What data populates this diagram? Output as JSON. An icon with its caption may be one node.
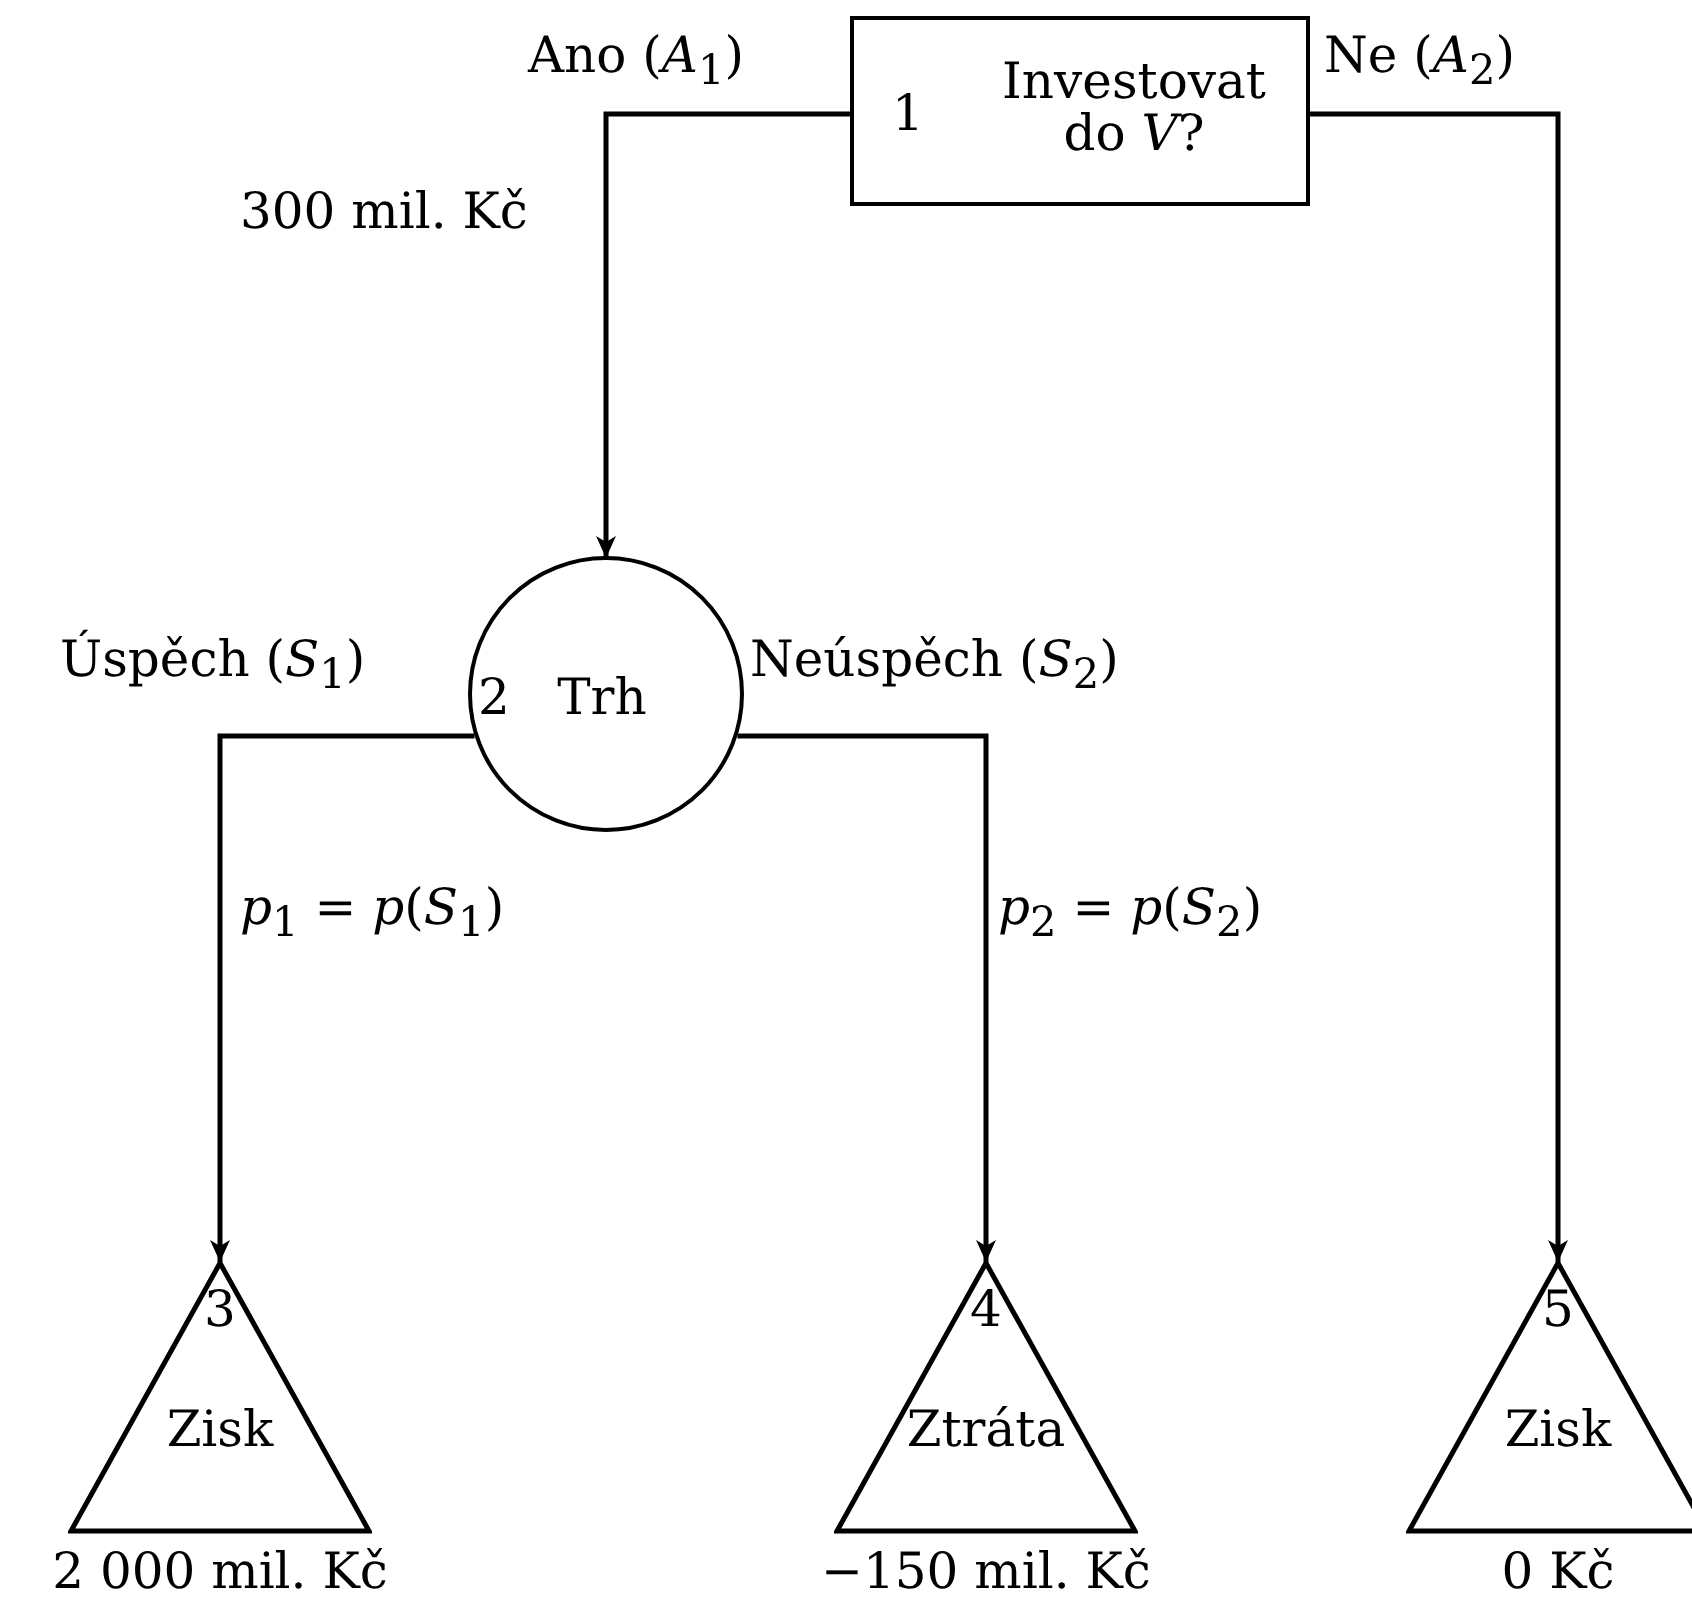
{
  "diagram": {
    "nodes": [
      {
        "text": [
          "1",
          "Investovat do *V*?"
        ]
      },
      {
        "text": [
          "2",
          "Trh"
        ]
      },
      {
        "text": [
          "3",
          "Zisk"
        ],
        "beside": [
          "2 000 mil. Kč"
        ]
      },
      {
        "text": [
          "4",
          "Ztráta"
        ],
        "beside": [
          "−150 mil. Kč"
        ]
      },
      {
        "text": [
          "5",
          "Zisk"
        ],
        "beside": [
          "0 Kč"
        ]
      }
    ],
    "edges": [
      {
        "from": 0,
        "to": 1,
        "arrow": "to",
        "label": "Ano (*A*$_{1}$)"
      },
      {
        "from": 0,
        "to": 4,
        "arrow": "to",
        "label": "Ne (*A*$_{2}$)"
      },
      {
        "from": 1,
        "to": 2,
        "arrow": "to",
        "label": "Úspěch (*S*$_{1}$)"
      },
      {
        "from": 1,
        "to": 3,
        "arrow": "to",
        "label": "Neúspěch (*S*$_{2}$)"
      }
    ],
    "labels": [
      "300 mil. Kč",
      "*p*$_{1}$ = *p*(*S*$_{1}$)",
      "*p*$_{2}$ = *p*(*S*$_{2}$)"
    ]
  }
}
